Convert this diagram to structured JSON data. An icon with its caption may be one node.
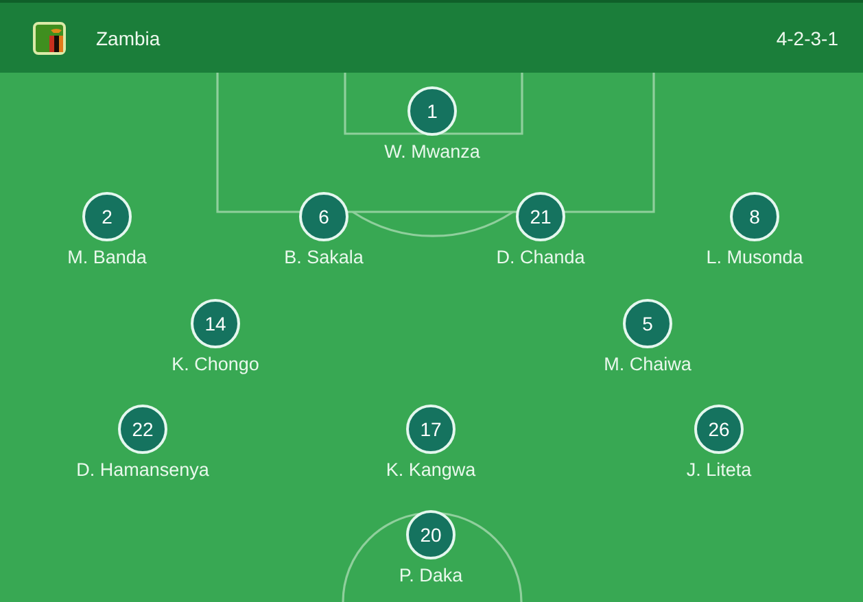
{
  "diagram": {
    "nodes": [
      {
        "text": [
          "Zambia",
          "4-2-3-1"
        ]
      },
      {
        "text": [
          "1"
        ],
        "beside": [
          "W. Mwanza"
        ]
      },
      {
        "text": [
          "2"
        ],
        "beside": [
          "M. Banda"
        ]
      },
      {
        "text": [
          "6"
        ],
        "beside": [
          "B. Sakala"
        ]
      },
      {
        "text": [
          "21"
        ],
        "beside": [
          "D. Chanda"
        ]
      },
      {
        "text": [
          "8"
        ],
        "beside": [
          "L. Musonda"
        ]
      },
      {
        "text": [
          "14"
        ],
        "beside": [
          "K. Chongo"
        ]
      },
      {
        "text": [
          "5"
        ],
        "beside": [
          "M. Chaiwa"
        ]
      },
      {
        "text": [
          "22"
        ],
        "beside": [
          "D. Hamansenya"
        ]
      },
      {
        "text": [
          "17"
        ],
        "beside": [
          "K. Kangwa"
        ]
      },
      {
        "text": [
          "26"
        ],
        "beside": [
          "J. Liteta"
        ]
      },
      {
        "text": [
          "20"
        ],
        "beside": [
          "P. Daka"
        ]
      }
    ]
  }
}
